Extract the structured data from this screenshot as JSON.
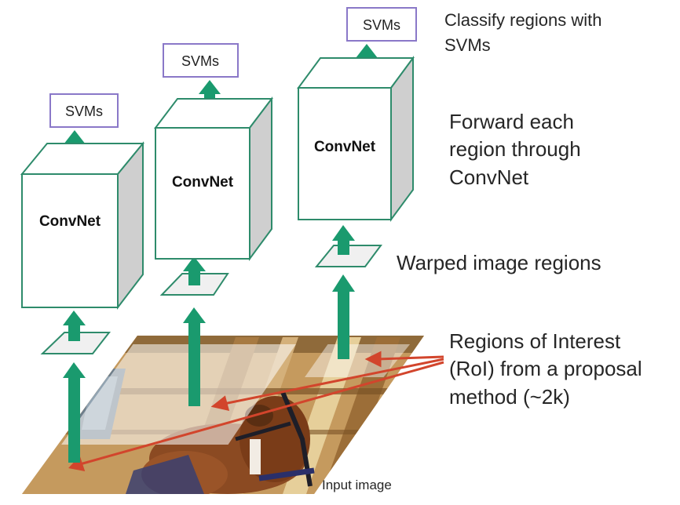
{
  "stages": {
    "convnet_label": "ConvNet",
    "svm_label": "SVMs"
  },
  "annotations": {
    "classify": [
      "Classify regions with",
      "SVMs"
    ],
    "forward": [
      "Forward each",
      "region through",
      "ConvNet"
    ],
    "warped": [
      "Warped image regions"
    ],
    "roi": [
      "Regions of Interest",
      "(RoI) from a proposal",
      "method (~2k)"
    ],
    "input": "Input image"
  },
  "colors": {
    "box_stroke": "#2e8b6b",
    "arrow": "#1a9a6e",
    "svm_stroke": "#8a78c8",
    "red_arrow": "#d2452c"
  }
}
